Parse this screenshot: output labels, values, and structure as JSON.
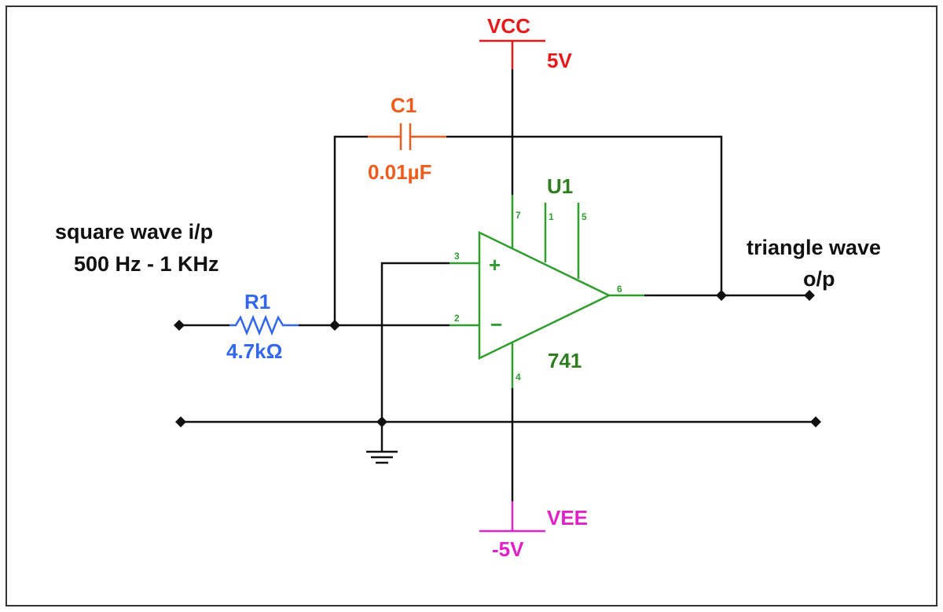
{
  "input_label": {
    "line1": "square wave i/p",
    "line2": "500 Hz - 1 KHz"
  },
  "output_label": {
    "line1": "triangle wave",
    "line2": "o/p"
  },
  "resistor": {
    "ref": "R1",
    "value": "4.7kΩ"
  },
  "capacitor": {
    "ref": "C1",
    "value": "0.01µF"
  },
  "opamp": {
    "ref": "U1",
    "model": "741",
    "pins": {
      "v_pos": "7",
      "offset1": "1",
      "offset2": "5",
      "non_inv": "3",
      "inv": "2",
      "output": "6",
      "v_neg": "4"
    },
    "plus_sign": "+",
    "minus_sign": "−"
  },
  "vcc": {
    "name": "VCC",
    "value": "5V"
  },
  "vee": {
    "name": "VEE",
    "value": "-5V"
  },
  "colors": {
    "wire": "#111111",
    "opamp": "#2e9e2e",
    "opamp_label": "#2e7d1f",
    "resistor": "#3366ee",
    "capacitor": "#f05a1a",
    "vcc": "#e81818",
    "vee": "#e020c8",
    "frame": "#333333"
  }
}
